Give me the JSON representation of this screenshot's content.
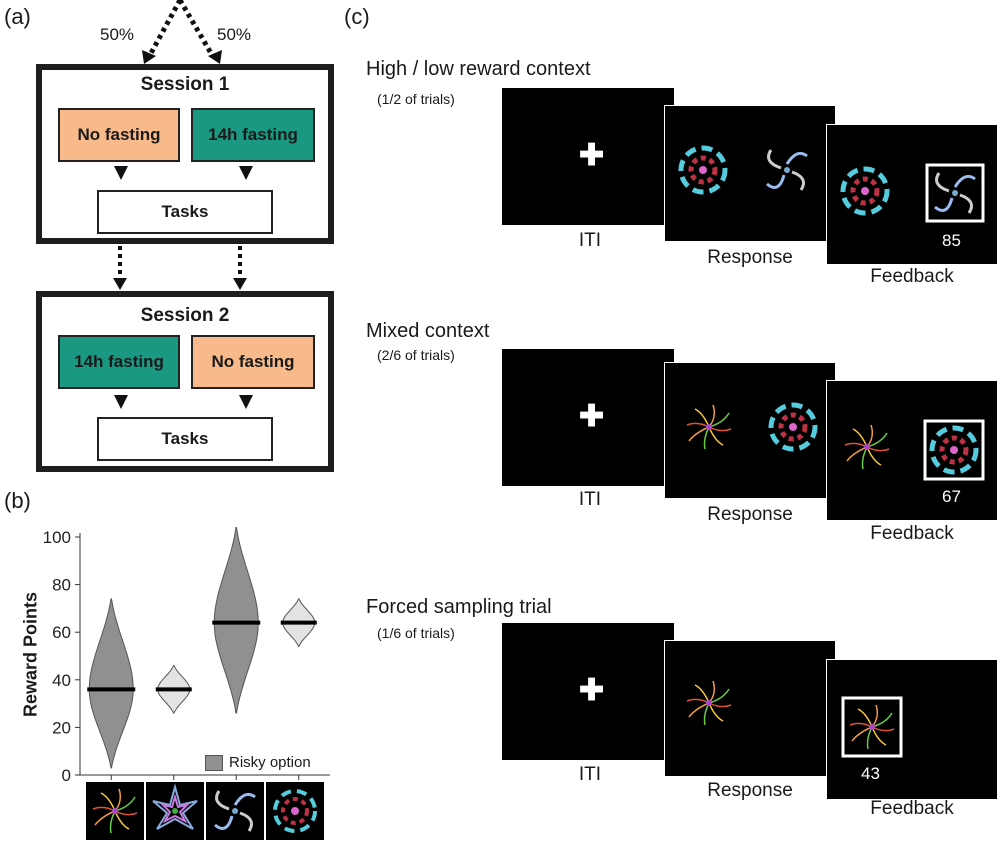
{
  "panel_a": {
    "label": "(a)",
    "split_left": "50%",
    "split_right": "50%",
    "session1": {
      "title": "Session 1",
      "left": "No fasting",
      "right": "14h fasting",
      "tasks": "Tasks"
    },
    "session2": {
      "title": "Session 2",
      "left": "14h fasting",
      "right": "No fasting",
      "tasks": "Tasks"
    },
    "colors": {
      "no_fasting": "#f9ba8b",
      "fasting": "#1a9882"
    }
  },
  "panel_b": {
    "label": "(b)",
    "legend": "Risky option",
    "colors": {
      "risky": "#909090",
      "safe": "#e3e3e3"
    }
  },
  "panel_c": {
    "label": "(c)",
    "blocks": [
      {
        "title": "High / low reward context",
        "subtitle": "(1/2 of trials)",
        "iti": "ITI",
        "response": "Response",
        "feedback": "Feedback",
        "points": "85"
      },
      {
        "title": "Mixed context",
        "subtitle": "(2/6 of trials)",
        "iti": "ITI",
        "response": "Response",
        "feedback": "Feedback",
        "points": "67"
      },
      {
        "title": "Forced sampling trial",
        "subtitle": "(1/6 of trials)",
        "iti": "ITI",
        "response": "Response",
        "feedback": "Feedback",
        "points": "43"
      }
    ]
  },
  "chart_data": {
    "type": "violin",
    "ylabel": "Reward Points",
    "ylim": [
      0,
      100
    ],
    "yticks": [
      0,
      20,
      40,
      60,
      80,
      100
    ],
    "categories": [
      "stimulus-1",
      "stimulus-2",
      "stimulus-3",
      "stimulus-4"
    ],
    "medians": [
      36,
      36,
      64,
      64
    ],
    "ranges": [
      [
        3,
        74
      ],
      [
        26,
        46
      ],
      [
        26,
        104
      ],
      [
        54,
        74
      ]
    ],
    "risky": [
      true,
      false,
      true,
      false
    ],
    "legend_position": "bottom-right"
  }
}
